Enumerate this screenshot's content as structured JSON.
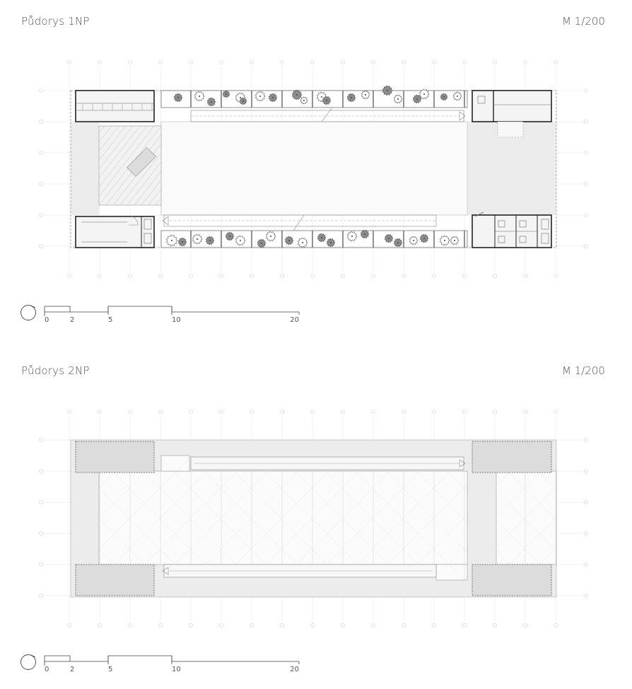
{
  "plans": [
    {
      "title": "Půdorys 1NP",
      "scale": "M 1/200"
    },
    {
      "title": "Půdorys 2NP",
      "scale": "M 1/200"
    }
  ],
  "scalebar": {
    "ticks": [
      "0",
      "2",
      "5",
      "10",
      "20"
    ]
  },
  "colors": {
    "line": "#333333",
    "grid": "#d4d4d4",
    "fill_light": "#ececec",
    "fill_mid": "#dddddd",
    "tree": "#555555"
  },
  "icons": [
    "north-arrow-icon",
    "tree-icon",
    "stair-icon",
    "ramp-icon"
  ]
}
